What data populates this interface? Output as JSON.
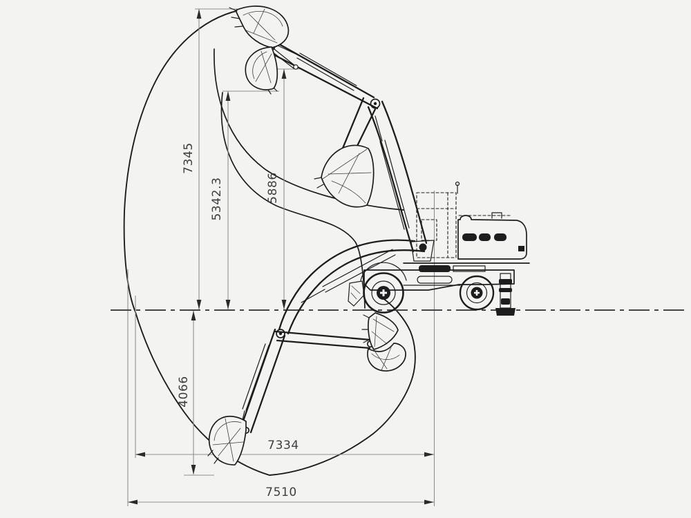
{
  "dims": {
    "v": [
      {
        "id": "max-height",
        "value": "7345"
      },
      {
        "id": "mid-height",
        "value": "5342.3"
      },
      {
        "id": "pin-height",
        "value": "5886"
      },
      {
        "id": "max-depth",
        "value": "4066"
      }
    ],
    "h": [
      {
        "id": "reach-at-ground",
        "value": "7334"
      },
      {
        "id": "max-reach",
        "value": "7510"
      }
    ]
  },
  "colors": {
    "background": "#f3f3f1",
    "linework": "#1d1d1d",
    "dimension": "#8f8f8f",
    "text": "#3e3e3e",
    "ground": "#454545"
  }
}
